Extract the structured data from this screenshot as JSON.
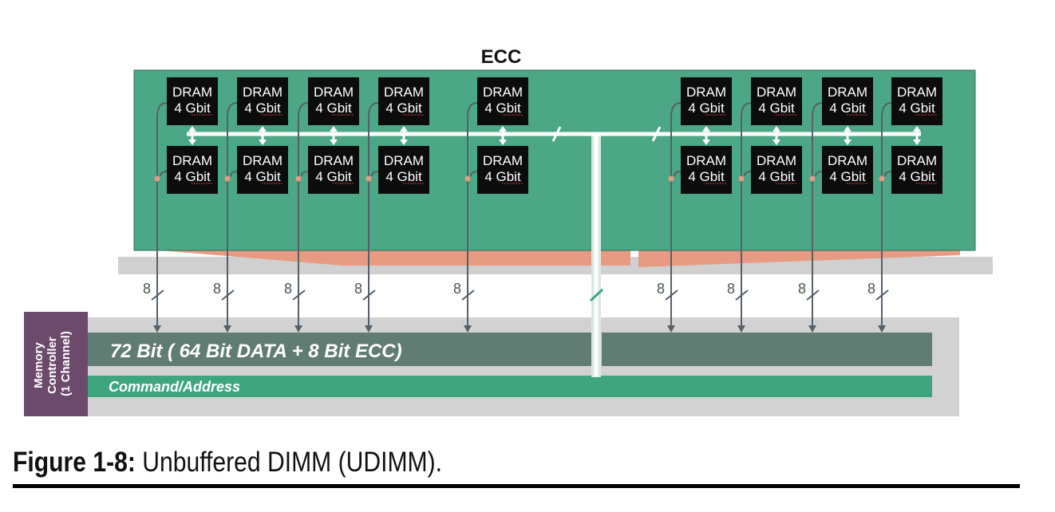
{
  "ecc_label": "ECC",
  "chip": {
    "line1": "DRAM",
    "line2": "4 Gbit"
  },
  "lane_width": "8",
  "bus_label": "72 Bit ( 64 Bit DATA + 8 Bit ECC)",
  "command_label": "Command/Address",
  "controller": {
    "line1": "Memory",
    "line2": "Controller",
    "line3": "(1 Channel)"
  },
  "caption": {
    "label": "Figure 1-8:",
    "text": " Unbuffered DIMM (UDIMM)."
  },
  "colors": {
    "module": "#4ba785",
    "chip": "#0c0c0c",
    "bus": "#617c72",
    "command": "#3fa57f",
    "controller": "#6c4a6b",
    "contacts": "#e79b82",
    "wire": "#56606a"
  }
}
